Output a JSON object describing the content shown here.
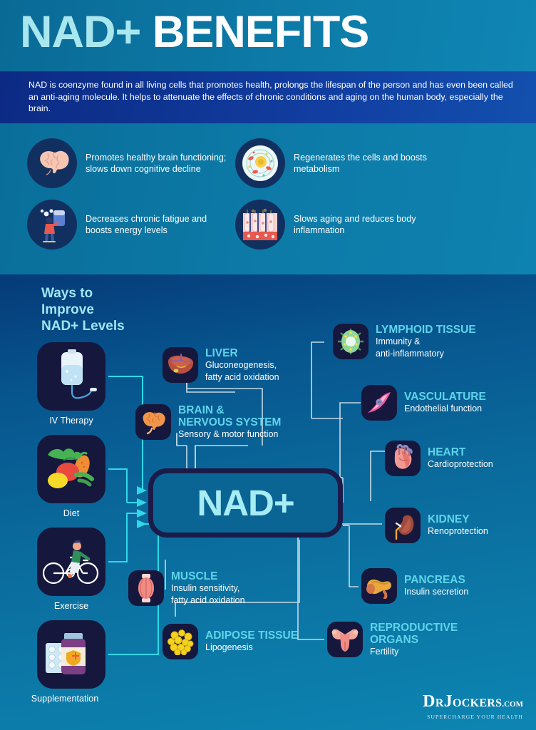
{
  "header": {
    "title_part1": "NAD+",
    "title_part2": "BENEFITS",
    "title_accent_color": "#a9e7ef"
  },
  "description": {
    "text": "NAD is coenzyme found in all living cells that promotes health, prolongs the lifespan of the person and has even been called an anti-aging molecule. It helps to attenuate the effects of chronic conditions and aging on the human body, especially the brain."
  },
  "benefits": [
    {
      "icon": "brain-icon",
      "text": "Promotes healthy brain functioning; slows down cognitive decline"
    },
    {
      "icon": "cell-icon",
      "text": "Regenerates the cells and boosts metabolism"
    },
    {
      "icon": "fatigue-person-icon",
      "text": "Decreases chronic fatigue and boosts energy levels"
    },
    {
      "icon": "skin-tissue-icon",
      "text": "Slows aging and reduces body inflammation"
    }
  ],
  "map": {
    "ways_title": "Ways to\nImprove\nNAD+ Levels",
    "ways_title_line1": "Ways to",
    "ways_title_line2": "Improve",
    "ways_title_line3": "NAD+ Levels",
    "center_label": "NAD+",
    "improvements": [
      {
        "icon": "iv-bag-icon",
        "label": "IV Therapy"
      },
      {
        "icon": "vegetables-icon",
        "label": "Diet"
      },
      {
        "icon": "cyclist-icon",
        "label": "Exercise"
      },
      {
        "icon": "supplement-bottle-icon",
        "label": "Supplementation"
      }
    ],
    "organs": [
      {
        "icon": "liver-icon",
        "name": "LIVER",
        "sub": "Gluconeogenesis,\nfatty acid oxidation",
        "sub_line1": "Gluconeogenesis,",
        "sub_line2": "fatty acid oxidation"
      },
      {
        "icon": "brain-organ-icon",
        "name": "BRAIN &\nNERVOUS SYSTEM",
        "name_line1": "BRAIN &",
        "name_line2": "NERVOUS SYSTEM",
        "sub": "Sensory & motor function",
        "sub_line1": "Sensory & motor function",
        "sub_line2": ""
      },
      {
        "icon": "lymphoid-tissue-icon",
        "name": "LYMPHOID TISSUE",
        "sub": "Immunity &\nanti-inflammatory",
        "sub_line1": "Immunity &",
        "sub_line2": "anti-inflammatory"
      },
      {
        "icon": "vasculature-icon",
        "name": "VASCULATURE",
        "sub": "Endothelial function",
        "sub_line1": "Endothelial function",
        "sub_line2": ""
      },
      {
        "icon": "heart-icon",
        "name": "HEART",
        "sub": "Cardioprotection",
        "sub_line1": "Cardioprotection",
        "sub_line2": ""
      },
      {
        "icon": "kidney-icon",
        "name": "KIDNEY",
        "sub": "Renoprotection",
        "sub_line1": "Renoprotection",
        "sub_line2": ""
      },
      {
        "icon": "pancreas-icon",
        "name": "PANCREAS",
        "sub": "Insulin secretion",
        "sub_line1": "Insulin secretion",
        "sub_line2": ""
      },
      {
        "icon": "muscle-icon",
        "name": "MUSCLE",
        "sub": "Insulin sensitivity,\nfatty acid oxidation",
        "sub_line1": "Insulin sensitivity,",
        "sub_line2": "fatty acid oxidation"
      },
      {
        "icon": "adipose-tissue-icon",
        "name": "ADIPOSE TISSUE",
        "sub": "Lipogenesis",
        "sub_line1": "Lipogenesis",
        "sub_line2": ""
      },
      {
        "icon": "reproductive-organs-icon",
        "name": "REPRODUCTIVE\nORGANS",
        "name_line1": "REPRODUCTIVE",
        "name_line2": "ORGANS",
        "sub": "Fertility",
        "sub_line1": "Fertility",
        "sub_line2": ""
      }
    ]
  },
  "footer": {
    "logo_dr": "D",
    "logo_r": "R",
    "logo_j": "J",
    "logo_ockers": "OCKERS",
    "logo_domain": ".COM",
    "tagline": "SUPERCHARGE YOUR HEALTH"
  },
  "colors": {
    "accent_cyan": "#5fd4ea",
    "title_light": "#a9e7ef",
    "tile_navy": "#16173c",
    "background_teal": "#0c7aa8",
    "description_navy": "#0c2a84"
  }
}
